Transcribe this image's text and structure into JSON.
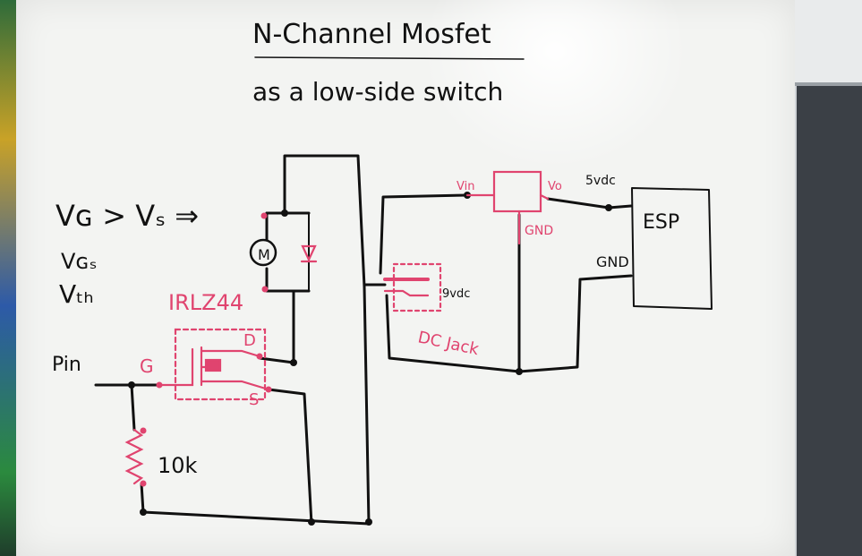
{
  "title": "N-Channel Mosfet",
  "subtitle": "as a low-side switch",
  "notes": {
    "vg_vs": "Vɢ > Vₛ ⇒",
    "vgs": "Vɢₛ",
    "vth": "Vₜₕ"
  },
  "mosfet_label": "IRLZ44",
  "pin_labels": {
    "d": "D",
    "g": "G",
    "s": "S"
  },
  "input_label": "Pin",
  "resistor_label": "10k",
  "motor_label": "M",
  "dc_jack_label": "DC Jack",
  "dc_jack_voltage": "9vdc",
  "regulator": {
    "vin": "Vin",
    "vo": "Vo",
    "gnd": "GND"
  },
  "supply_5v": "5vdc",
  "esp_label": "ESP",
  "esp_gnd": "GND",
  "colors": {
    "ink": "#111111",
    "pink": "#e0446f",
    "board": "#f3f4f2"
  }
}
